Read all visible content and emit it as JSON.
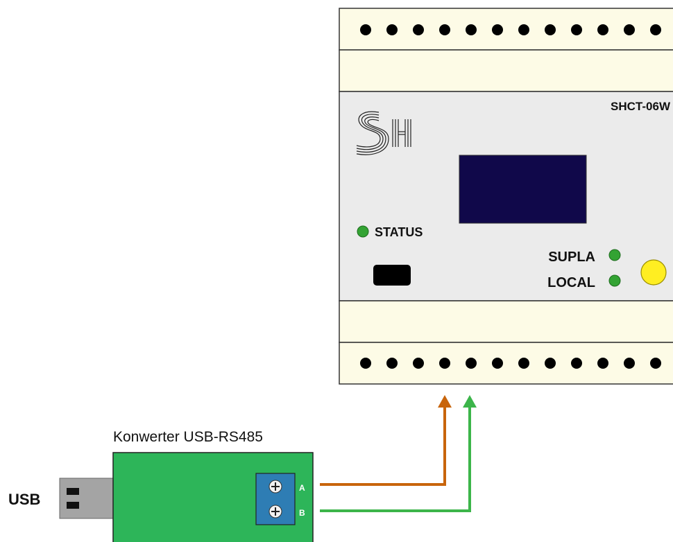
{
  "device": {
    "model": "SHCT-06W",
    "logo_text": "SH",
    "status_label": "STATUS",
    "supla_label": "SUPLA",
    "local_label": "LOCAL",
    "led_color": "#33a333",
    "button_color": "#ffee22",
    "display_color": "#10084a",
    "body_color": "#fdfbe6",
    "panel_color": "#ebebeb"
  },
  "converter": {
    "title": "Konwerter USB-RS485",
    "usb_label": "USB",
    "pin_a": "A",
    "pin_b": "B",
    "body_color": "#2db559",
    "terminal_color": "#2e7db4"
  },
  "wires": {
    "a_color": "#c8650c",
    "b_color": "#3cb54a"
  }
}
